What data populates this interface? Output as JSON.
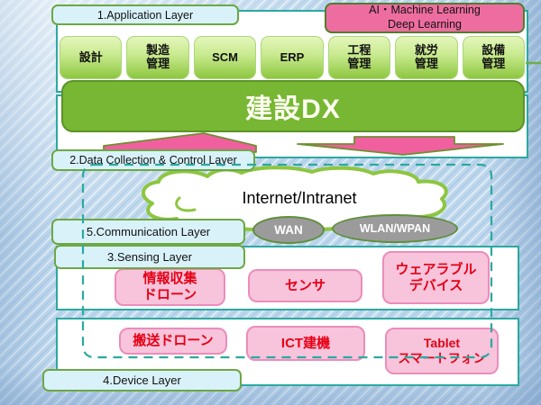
{
  "labels": {
    "application": "1.Application Layer",
    "data_collection": "2.Data Collection & Control Layer",
    "communication": "5.Communication Layer",
    "sensing": "3.Sensing Layer",
    "device": "4.Device Layer"
  },
  "ai_box": {
    "line1": "AI・Machine Learning",
    "line2": "Deep Learning"
  },
  "app_modules": [
    "設計",
    "製造\n管理",
    "SCM",
    "ERP",
    "工程\n管理",
    "就労\n管理",
    "設備\n管理"
  ],
  "dx_banner": "建設DX",
  "cloud_label": "Internet/Intranet",
  "network_nodes": {
    "wan": "WAN",
    "wlan": "WLAN/WPAN"
  },
  "sensing_items": [
    "情報収集\nドローン",
    "センサ",
    "ウェアラブル\nデバイス"
  ],
  "device_items": [
    "搬送ドローン",
    "ICT建機",
    "Tablet\nスマートフォン"
  ],
  "colors": {
    "panel_border_teal": "#2ba9a0",
    "label_fill": "#d9f2fa",
    "label_border_green": "#6ca844",
    "module_green": "#8dc63f",
    "dx_green": "#77b733",
    "ai_pink": "#ee6da0",
    "item_pink_fill": "#f7c4dc",
    "item_pink_border": "#ec8cbb",
    "item_text_red": "#e60014",
    "arrow_pink": "#f0609f",
    "arrow_stroke_olive": "#6e8f2e",
    "cloud_stroke": "#8dc63f",
    "node_gray": "#9b9b9b",
    "dashed_outline": "#2ba9a0"
  }
}
